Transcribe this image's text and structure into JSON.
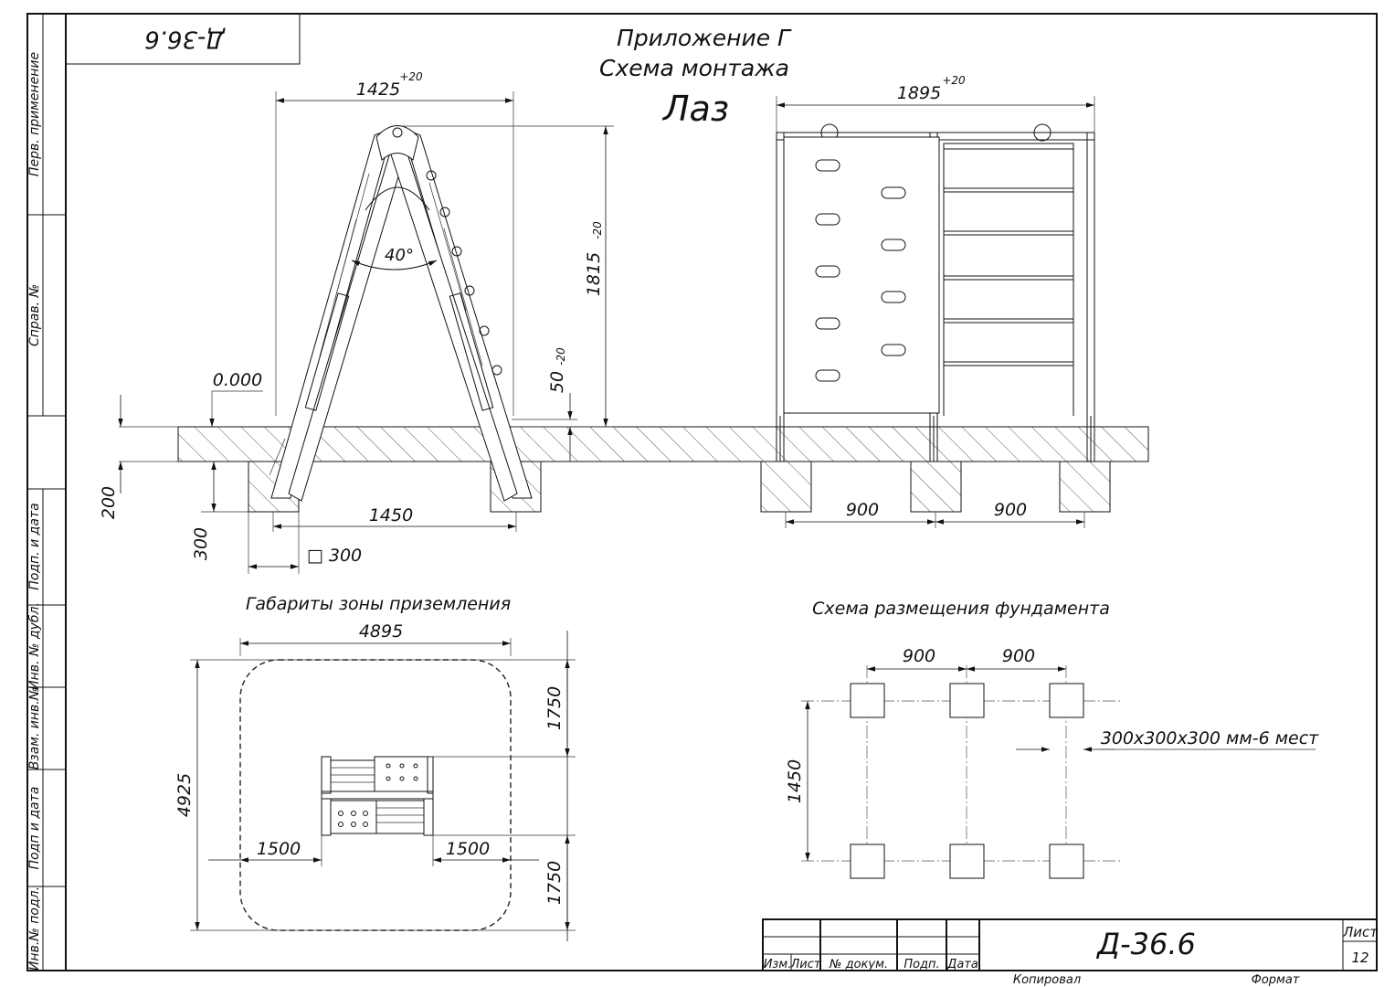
{
  "sheet": {
    "stamp_code": "Д-36.6",
    "title_line1": "Приложение Г",
    "title_line2": "Схема монтажа",
    "title_line3": "Лаз"
  },
  "side_strip": {
    "first_use": "Перв. применение",
    "ref_no": "Справ. №",
    "sign_date_1": "Подп. и дата",
    "dup_inv": "Инв. № дубл.",
    "swap_inv": "Взам. инв.№",
    "sign_date_2": "Подп и дата",
    "orig_inv": "Инв.№ подл."
  },
  "side_view": {
    "width_dim": "1425",
    "width_tol": "+20",
    "height_dim": "1815",
    "height_tol": "-20",
    "angle": "40°",
    "level": "0.000",
    "depth_dim": "50",
    "depth_tol": "-20",
    "pit_depth": "200",
    "found_height": "300",
    "span": "1450",
    "square_size": "□ 300"
  },
  "front_view": {
    "width_dim": "1895",
    "width_tol": "+20",
    "span_left": "900",
    "span_right": "900"
  },
  "landing_zone": {
    "title": "Габариты зоны приземления",
    "width": "4895",
    "height": "4925",
    "top_offset": "1750",
    "bottom_offset": "1750",
    "left_offset": "1500",
    "right_offset": "1500"
  },
  "foundation": {
    "title": "Схема размещения фундамента",
    "span_left": "900",
    "span_right": "900",
    "span_vertical": "1450",
    "spec": "300х300х300 мм-6 мест"
  },
  "title_block": {
    "col_change": "Изм.",
    "col_sheet": "Лист",
    "col_doc_no": "№ докум.",
    "col_sign": "Подп.",
    "col_date": "Дата",
    "designation": "Д-36.6",
    "sheet_label": "Лист",
    "sheet_no": "12",
    "copied": "Копировал",
    "format": "Формат"
  }
}
